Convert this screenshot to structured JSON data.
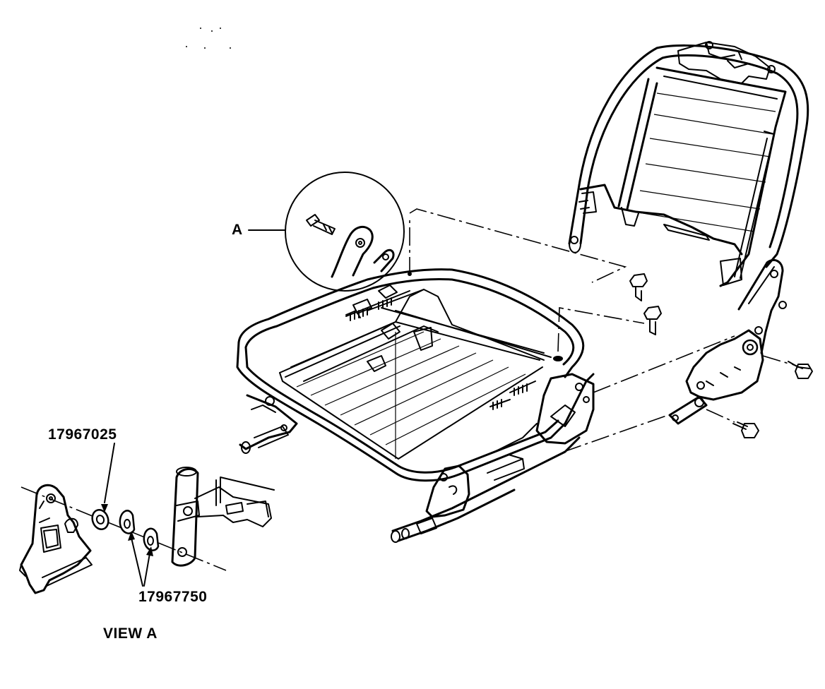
{
  "diagram": {
    "callout_label": "A",
    "view_label": "VIEW A",
    "part_numbers": {
      "washer": "17967025",
      "bushing": "17967750"
    },
    "icons": {
      "seat_frame": "seat-frame-assembly-drawing",
      "detail_view": "pivot-hardware-detail-drawing"
    },
    "line_color": "#000000",
    "background_color": "#ffffff"
  }
}
